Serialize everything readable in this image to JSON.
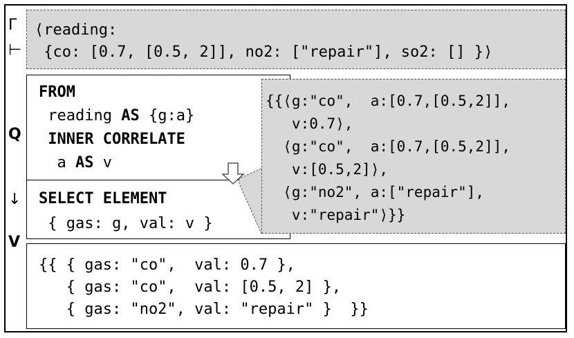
{
  "side_labels": {
    "gamma": "Γ",
    "turnstile": "⊢",
    "q": "Q",
    "arrow": "↓",
    "v": "V"
  },
  "environment": {
    "line1": "⟨reading:",
    "line2": " {co: [0.7, [0.5, 2]], no2: [\"repair\"], so2: [] }⟩"
  },
  "query": {
    "from_kw": "FROM",
    "from_line_prefix": " reading ",
    "as_kw": "AS",
    "from_line_suffix": " {g:a}",
    "inner_kw": " INNER CORRELATE",
    "corr_prefix": "  a ",
    "as_kw2": "AS",
    "corr_suffix": " v",
    "select_kw": "SELECT ELEMENT",
    "select_body": " { gas: g, val: v }"
  },
  "bindings": {
    "lines": [
      "{{⟨g:\"co\",  a:[0.7,[0.5,2]],",
      "   v:0.7⟩,",
      "  ⟨g:\"co\",  a:[0.7,[0.5,2]],",
      "   v:[0.5,2]⟩,",
      "  ⟨g:\"no2\", a:[\"repair\"],",
      "   v:\"repair\"⟩}}"
    ]
  },
  "result": {
    "lines": [
      "{{ { gas: \"co\",  val: 0.7 },",
      "   { gas: \"co\",  val: [0.5, 2] },",
      "   { gas: \"no2\", val: \"repair\" }  }}"
    ]
  }
}
